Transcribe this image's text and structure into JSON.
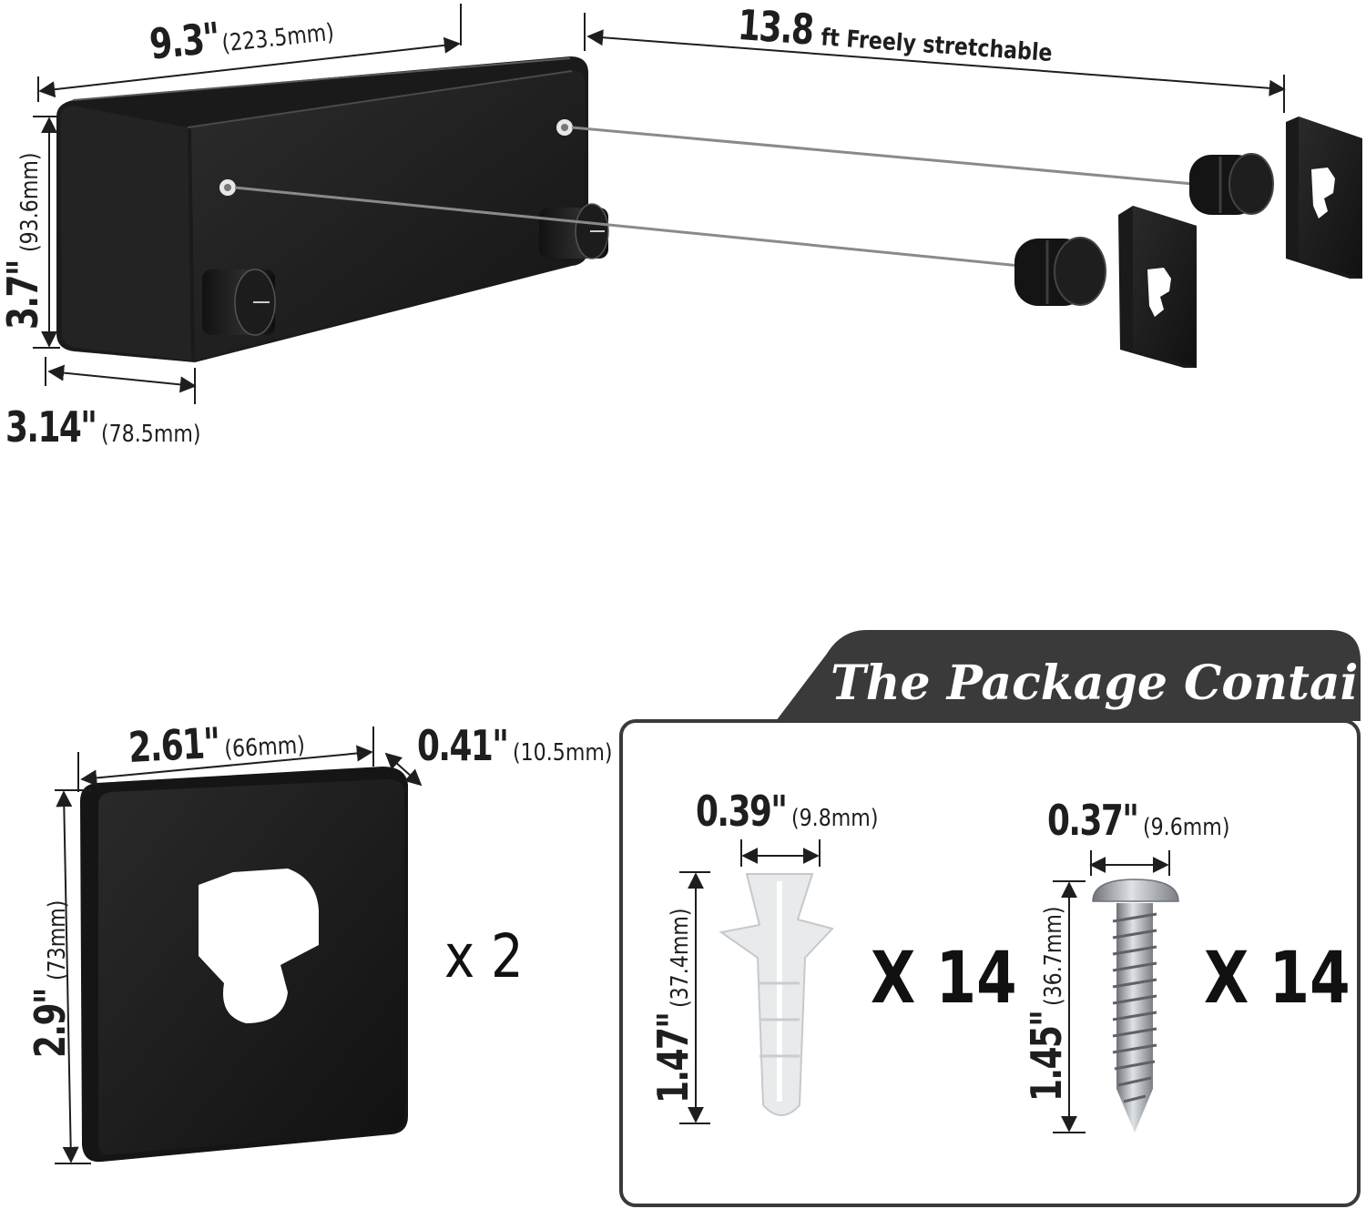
{
  "dimensions": {
    "box_width": {
      "value": "9.3\"",
      "metric": "(223.5mm)"
    },
    "cable_length": {
      "value": "13.8",
      "unit_text": "ft Freely stretchable"
    },
    "box_height": {
      "value": "3.7\"",
      "metric": "(93.6mm)"
    },
    "box_depth": {
      "value": "3.14\"",
      "metric": "(78.5mm)"
    },
    "plate_width": {
      "value": "2.61\"",
      "metric": "(66mm)"
    },
    "plate_thickness": {
      "value": "0.41\"",
      "metric": "(10.5mm)"
    },
    "plate_height": {
      "value": "2.9\"",
      "metric": "(73mm)"
    },
    "anchor_width": {
      "value": "0.39\"",
      "metric": "(9.8mm)"
    },
    "anchor_length": {
      "value": "1.47\"",
      "metric": "(37.4mm)"
    },
    "screw_width": {
      "value": "0.37\"",
      "metric": "(9.6mm)"
    },
    "screw_length": {
      "value": "1.45\"",
      "metric": "(36.7mm)"
    }
  },
  "package": {
    "title": "The Package Contains",
    "plate_qty": "x 2",
    "anchor_qty": "X 14",
    "screw_qty": "X 14"
  },
  "colors": {
    "product": "#1b1b1b",
    "banner": "#3a3a3a",
    "anchor": "#e8eaec",
    "screw": "#a9adb1"
  }
}
